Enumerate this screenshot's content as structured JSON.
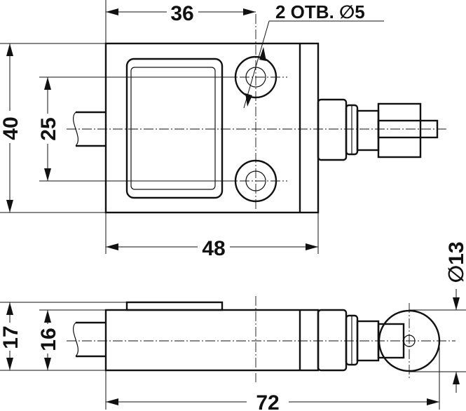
{
  "drawing": {
    "dimensions": {
      "hole_spacing": "36",
      "holes_note": "2 ОТВ. ∅5",
      "height_total": "40",
      "height_holes": "25",
      "width_body": "48",
      "length_total": "72",
      "side_height_total": "17",
      "side_height_body": "16",
      "roller_diameter": "∅13"
    }
  }
}
